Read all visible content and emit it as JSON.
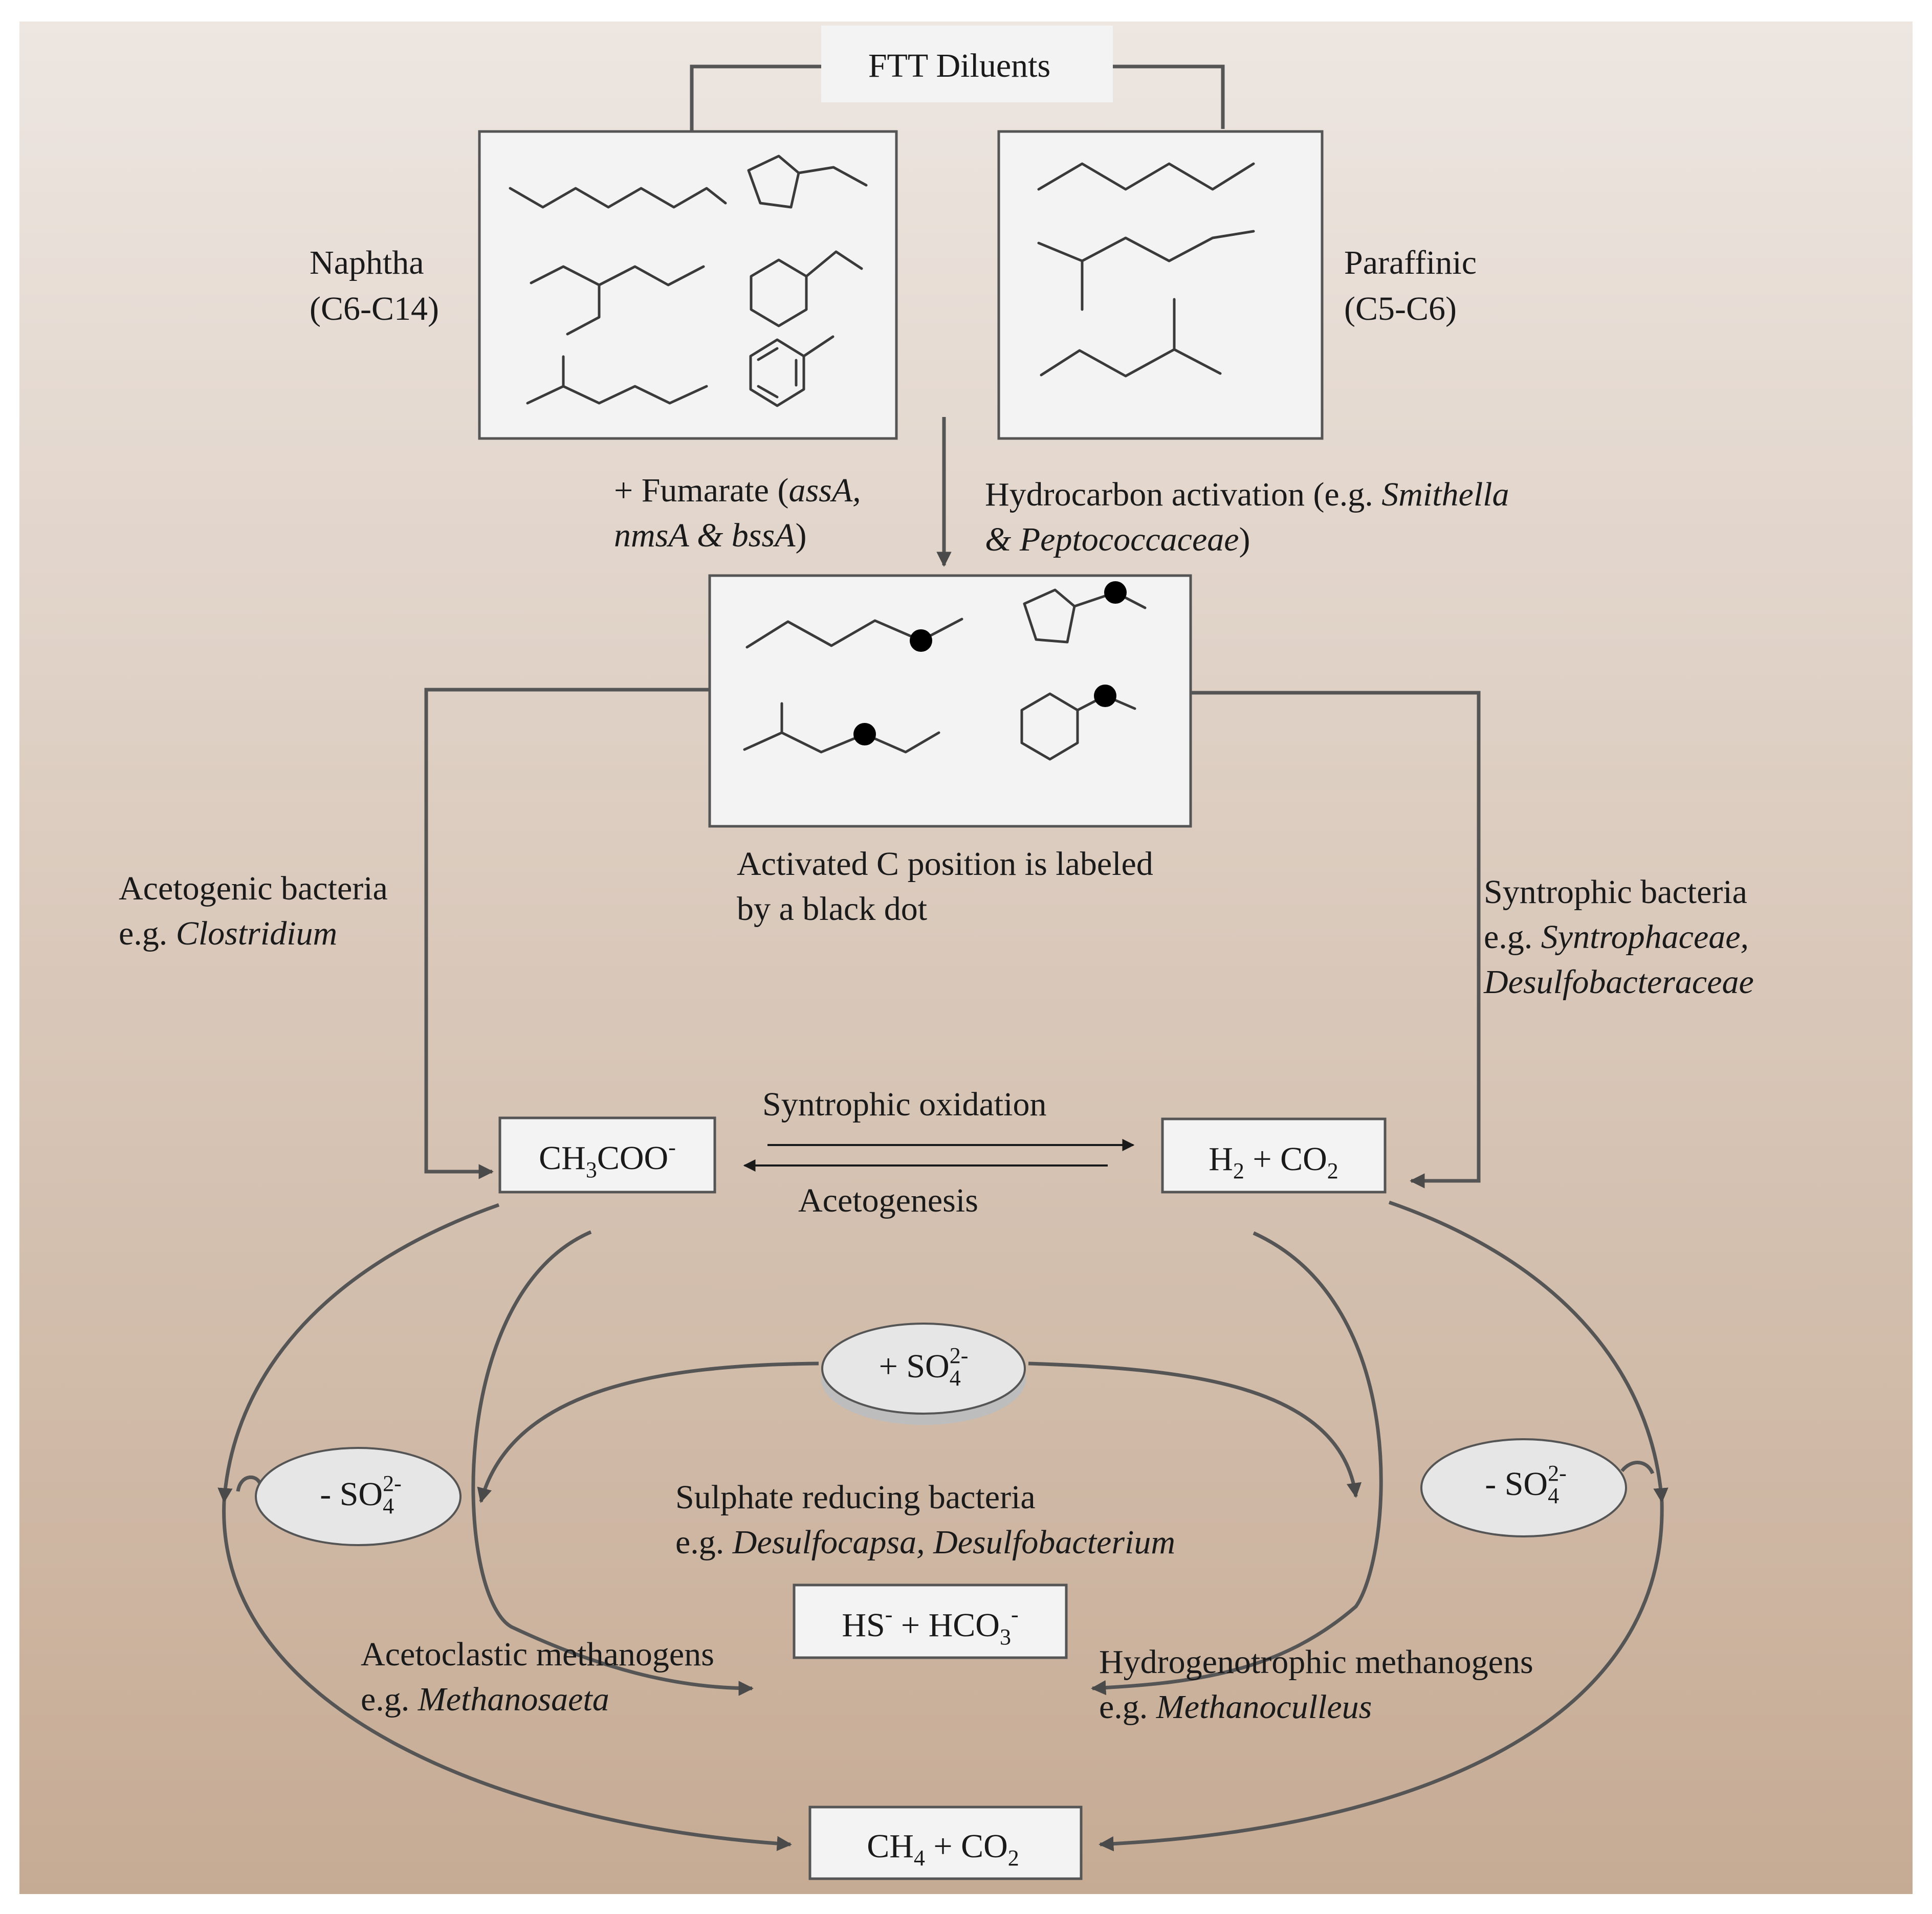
{
  "colors": {
    "background_top": "#ede6e1",
    "background_bottom": "#c6ab94",
    "box_fill": "#f3f3f3",
    "line": "#555555",
    "oval_fill": "#e6e6e6"
  },
  "title": "FTT Diluents",
  "naphtha": {
    "name": "Naphtha",
    "range": "(C6-C14)"
  },
  "paraffinic": {
    "name": "Paraffinic",
    "range": "(C5-C6)"
  },
  "fumarate": {
    "line1_plain": "+ Fumarate (",
    "line1_ital": "assA,",
    "line2_ital": "nmsA & bssA",
    "line2_plain": ")"
  },
  "activation": {
    "line1_plain": "Hydrocarbon activation (e.g. ",
    "line1_ital": "Smithella",
    "line2_ital": "& Peptococcaceae",
    "line2_plain": ")"
  },
  "activated_caption": {
    "line1": "Activated C position is labeled",
    "line2": "by a black dot"
  },
  "acetogenic": {
    "line1": "Acetogenic bacteria",
    "line2_plain": "e.g. ",
    "line2_ital": "Clostridium"
  },
  "syntrophic": {
    "line1": "Syntrophic bacteria",
    "line2_plain": "e.g. ",
    "line2_ital": "Syntrophaceae,",
    "line3_ital": "Desulfobacteraceae"
  },
  "acetate": {
    "a": "CH",
    "a_sub": "3",
    "b": "COO",
    "b_sup": "-"
  },
  "h2co2": {
    "a": "H",
    "a_sub": "2",
    "b": " + CO",
    "b_sub": "2"
  },
  "syntrophic_oxidation": "Syntrophic oxidation",
  "acetogenesis": "Acetogenesis",
  "sulfate_plus": {
    "text": "+ SO",
    "sub": "4",
    "sup": "2-"
  },
  "sulfate_minus_left": {
    "text": "- SO",
    "sub": "4",
    "sup": "2-"
  },
  "sulfate_minus_right": {
    "text": "- SO",
    "sub": "4",
    "sup": "2-"
  },
  "srb": {
    "line1": "Sulphate reducing bacteria",
    "line2_plain": "e.g. ",
    "line2_ital": "Desulfocapsa, Desulfobacterium"
  },
  "hs_hco3": {
    "a": "HS",
    "a_sup": "-",
    "b": " + HCO",
    "b_sub": "3",
    "b_sup": "-"
  },
  "acetoclastic": {
    "line1": "Acetoclastic methanogens",
    "line2_plain": "e.g. ",
    "line2_ital": "Methanosaeta"
  },
  "hydrogenotrophic": {
    "line1": "Hydrogenotrophic methanogens",
    "line2_plain": "e.g. ",
    "line2_ital": "Methanoculleus"
  },
  "ch4co2": {
    "a": "CH",
    "a_sub": "4",
    "b": " + CO",
    "b_sub": "2"
  }
}
